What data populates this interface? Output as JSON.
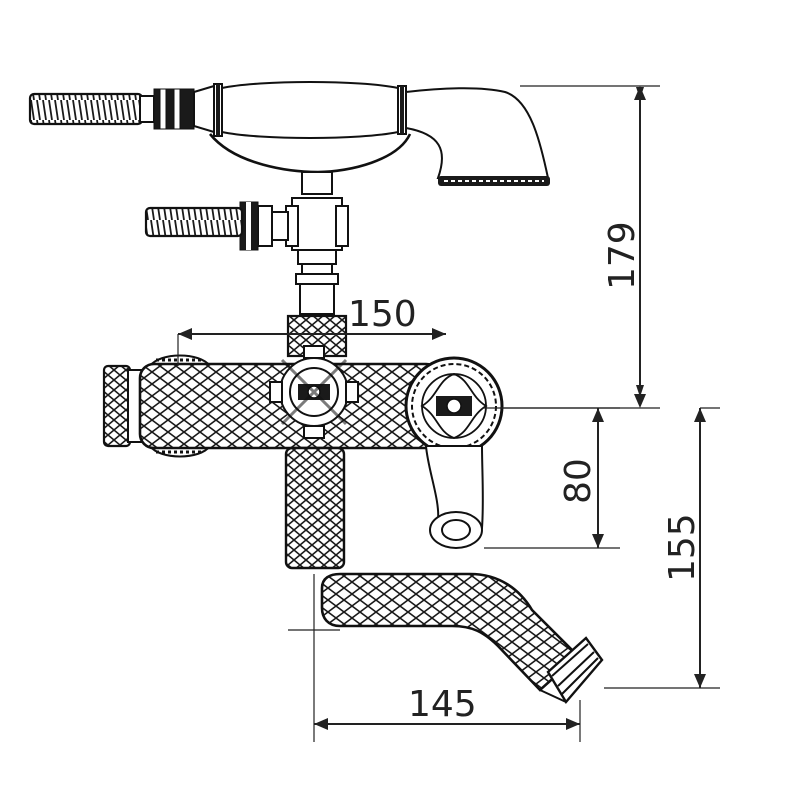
{
  "dimensions": {
    "hand_shower_height": "179",
    "handle_spacing": "150",
    "lever_drop": "80",
    "spout_drop": "155",
    "spout_projection": "145"
  }
}
